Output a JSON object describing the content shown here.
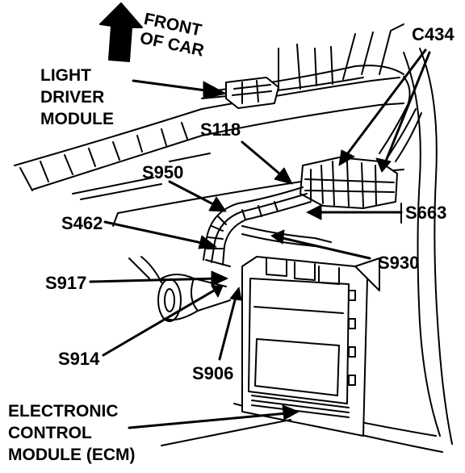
{
  "diagram": {
    "front_of_car": [
      "FRONT",
      "OF CAR"
    ],
    "light_driver_module": [
      "LIGHT",
      "DRIVER",
      "MODULE"
    ],
    "ecm": [
      "ELECTRONIC",
      "CONTROL",
      "MODULE (ECM)"
    ],
    "connectors": {
      "c434": "C434",
      "s118": "S118",
      "s950": "S950",
      "s462": "S462",
      "s663": "S663",
      "s930": "S930",
      "s917": "S917",
      "s914": "S914",
      "s906": "S906"
    }
  },
  "colors": {
    "ink": "#000000",
    "paper": "#ffffff"
  }
}
